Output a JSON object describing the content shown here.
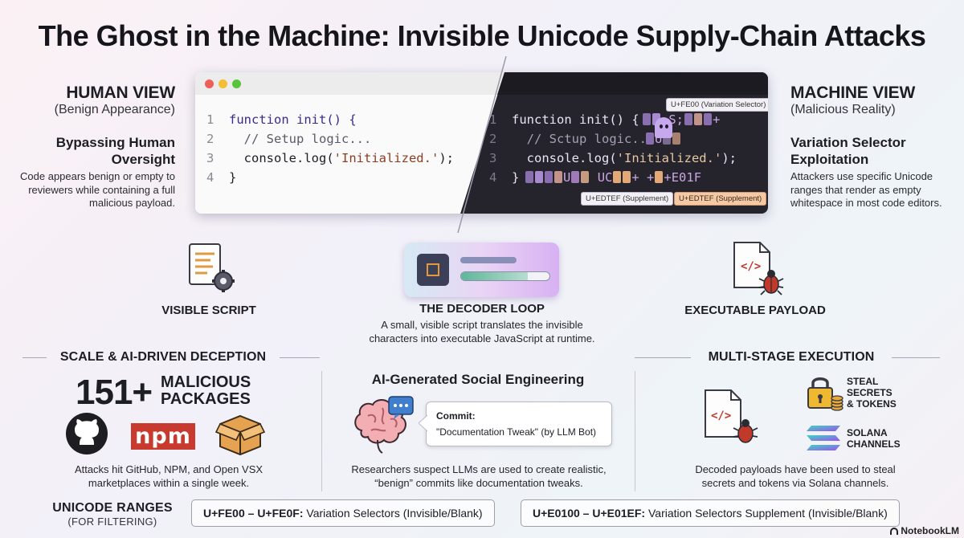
{
  "title": "The Ghost in the Machine: Invisible Unicode Supply-Chain Attacks",
  "human_view": {
    "heading": "HUMAN VIEW",
    "subheading": "(Benign Appearance)",
    "section_title": "Bypassing Human Oversight",
    "description": "Code appears benign or empty to reviewers while containing a full malicious payload."
  },
  "machine_view": {
    "heading": "MACHINE VIEW",
    "subheading": "(Malicious Reality)",
    "section_title": "Variation Selector Exploitation",
    "description": "Attackers use specific Unicode ranges that render as empty whitespace in most code editors."
  },
  "code": {
    "line_numbers": [
      "1",
      "2",
      "3",
      "4"
    ],
    "line1_kw": "function",
    "line1_rest": " init() {",
    "line2": "// Setup logic...",
    "line3_a": "console.log(",
    "line3_str": "'Initialized.'",
    "line3_b": ");",
    "line4": "}",
    "dark_line2": "// Sctup logic...",
    "dark_glitch1": "S;",
    "dark_glitch2": "+",
    "dark_glitch3": "U",
    "dark_glitch4": "U",
    "dark_glitch5": "UC",
    "dark_glitch6": "+",
    "dark_glitch7": "+E01F",
    "tag_top": "U+FE00 (Variation Selector)",
    "tag_bottom1": "U+EDTEF (Supplement)",
    "tag_bottom2": "U+EDTEF (Supplement)"
  },
  "flow": {
    "visible_script": "VISIBLE SCRIPT",
    "decoder_title": "THE DECODER LOOP",
    "decoder_text_1": "A small, visible script translates the invisible",
    "decoder_text_2": "characters into executable JavaScript at runtime.",
    "payload": "EXECUTABLE PAYLOAD",
    "decoder_progress": 0.75
  },
  "scale": {
    "heading": "SCALE & AI-DRIVEN DECEPTION",
    "count": "151+",
    "count_label_1": "MALICIOUS",
    "count_label_2": "PACKAGES",
    "npm": "npm",
    "text_1": "Attacks hit GitHub, NPM, and Open VSX",
    "text_2": "marketplaces within a single week."
  },
  "ai": {
    "heading": "AI-Generated Social Engineering",
    "commit_label": "Commit:",
    "commit_value": "\"Documentation Tweak\" (by LLM Bot)",
    "text_1": "Researchers suspect LLMs are used to create realistic,",
    "text_2": "“benign” commits like documentation tweaks."
  },
  "multi_stage": {
    "heading": "MULTI-STAGE EXECUTION",
    "steal_1": "STEAL",
    "steal_2": "SECRETS",
    "steal_3": "& TOKENS",
    "solana_1": "SOLANA",
    "solana_2": "CHANNELS",
    "text_1": "Decoded payloads have been used to steal",
    "text_2": "secrets and tokens via Solana channels."
  },
  "unicode_ranges": {
    "title": "UNICODE RANGES",
    "subtitle": "(FOR FILTERING)",
    "range1_code": "U+FE00 – U+FE0F:",
    "range1_desc": " Variation Selectors (Invisible/Blank)",
    "range2_code": "U+E0100 – U+E01EF:",
    "range2_desc": " Variation Selectors Supplement (Invisible/Blank)"
  },
  "brand": "NotebookLM",
  "colors": {
    "npm_red": "#c8392e",
    "ghost_purple": "#c6a8ee",
    "editor_dark": "#25232c",
    "peach_tag": "#f6c9a5"
  }
}
